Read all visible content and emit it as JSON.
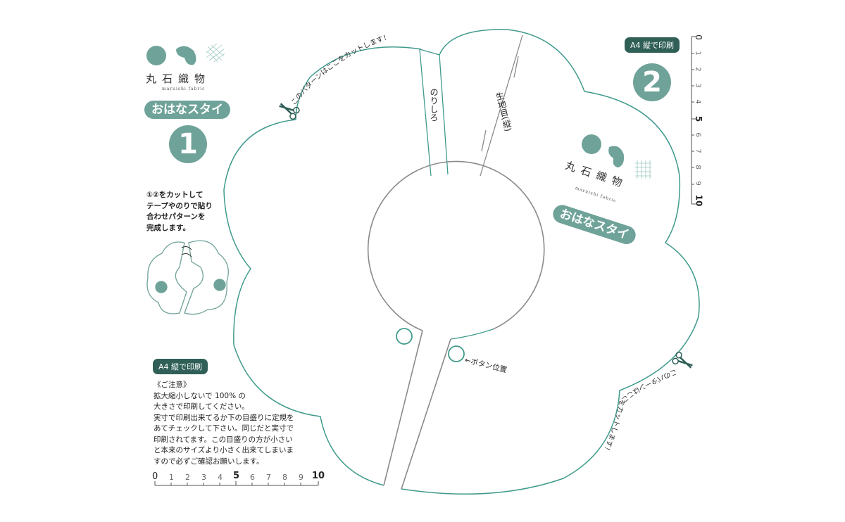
{
  "brand": {
    "name": "丸石織物",
    "sub": "maruishi fabric"
  },
  "product_title": "おはなスタイ",
  "piece_numbers": [
    "1",
    "2"
  ],
  "print_badge": "A4 縦で印刷",
  "instructions": [
    "①②をカットして",
    "テープやのりで貼り",
    "合わせパターンを",
    "完成します。"
  ],
  "notice": {
    "heading": "《ご注意》",
    "lines": [
      "拡大縮小しないで 100% の",
      "大きさで印刷してください。",
      "実寸で印刷出来てるか下の目盛りに定規を",
      "あてチェックして下さい。同じだと実寸で",
      "印刷されてます。この目盛りの方が小さい",
      "と本来のサイズより小さく出来てしまいま",
      "すので必ずご確認お願いします。"
    ]
  },
  "ruler_labels": [
    "0",
    "1",
    "2",
    "3",
    "4",
    "5",
    "6",
    "7",
    "8",
    "9",
    "10"
  ],
  "pattern_labels": {
    "seam_allowance": "のりしろ",
    "grain": "生地目(縦)",
    "button": "←ボタン位置",
    "cut_here": "このパターンはここをカットします！"
  },
  "colors": {
    "teal": "#6fa39a",
    "outline": "#3f9a8c",
    "dark": "#2f5f57",
    "gray": "#8a8a8a"
  }
}
